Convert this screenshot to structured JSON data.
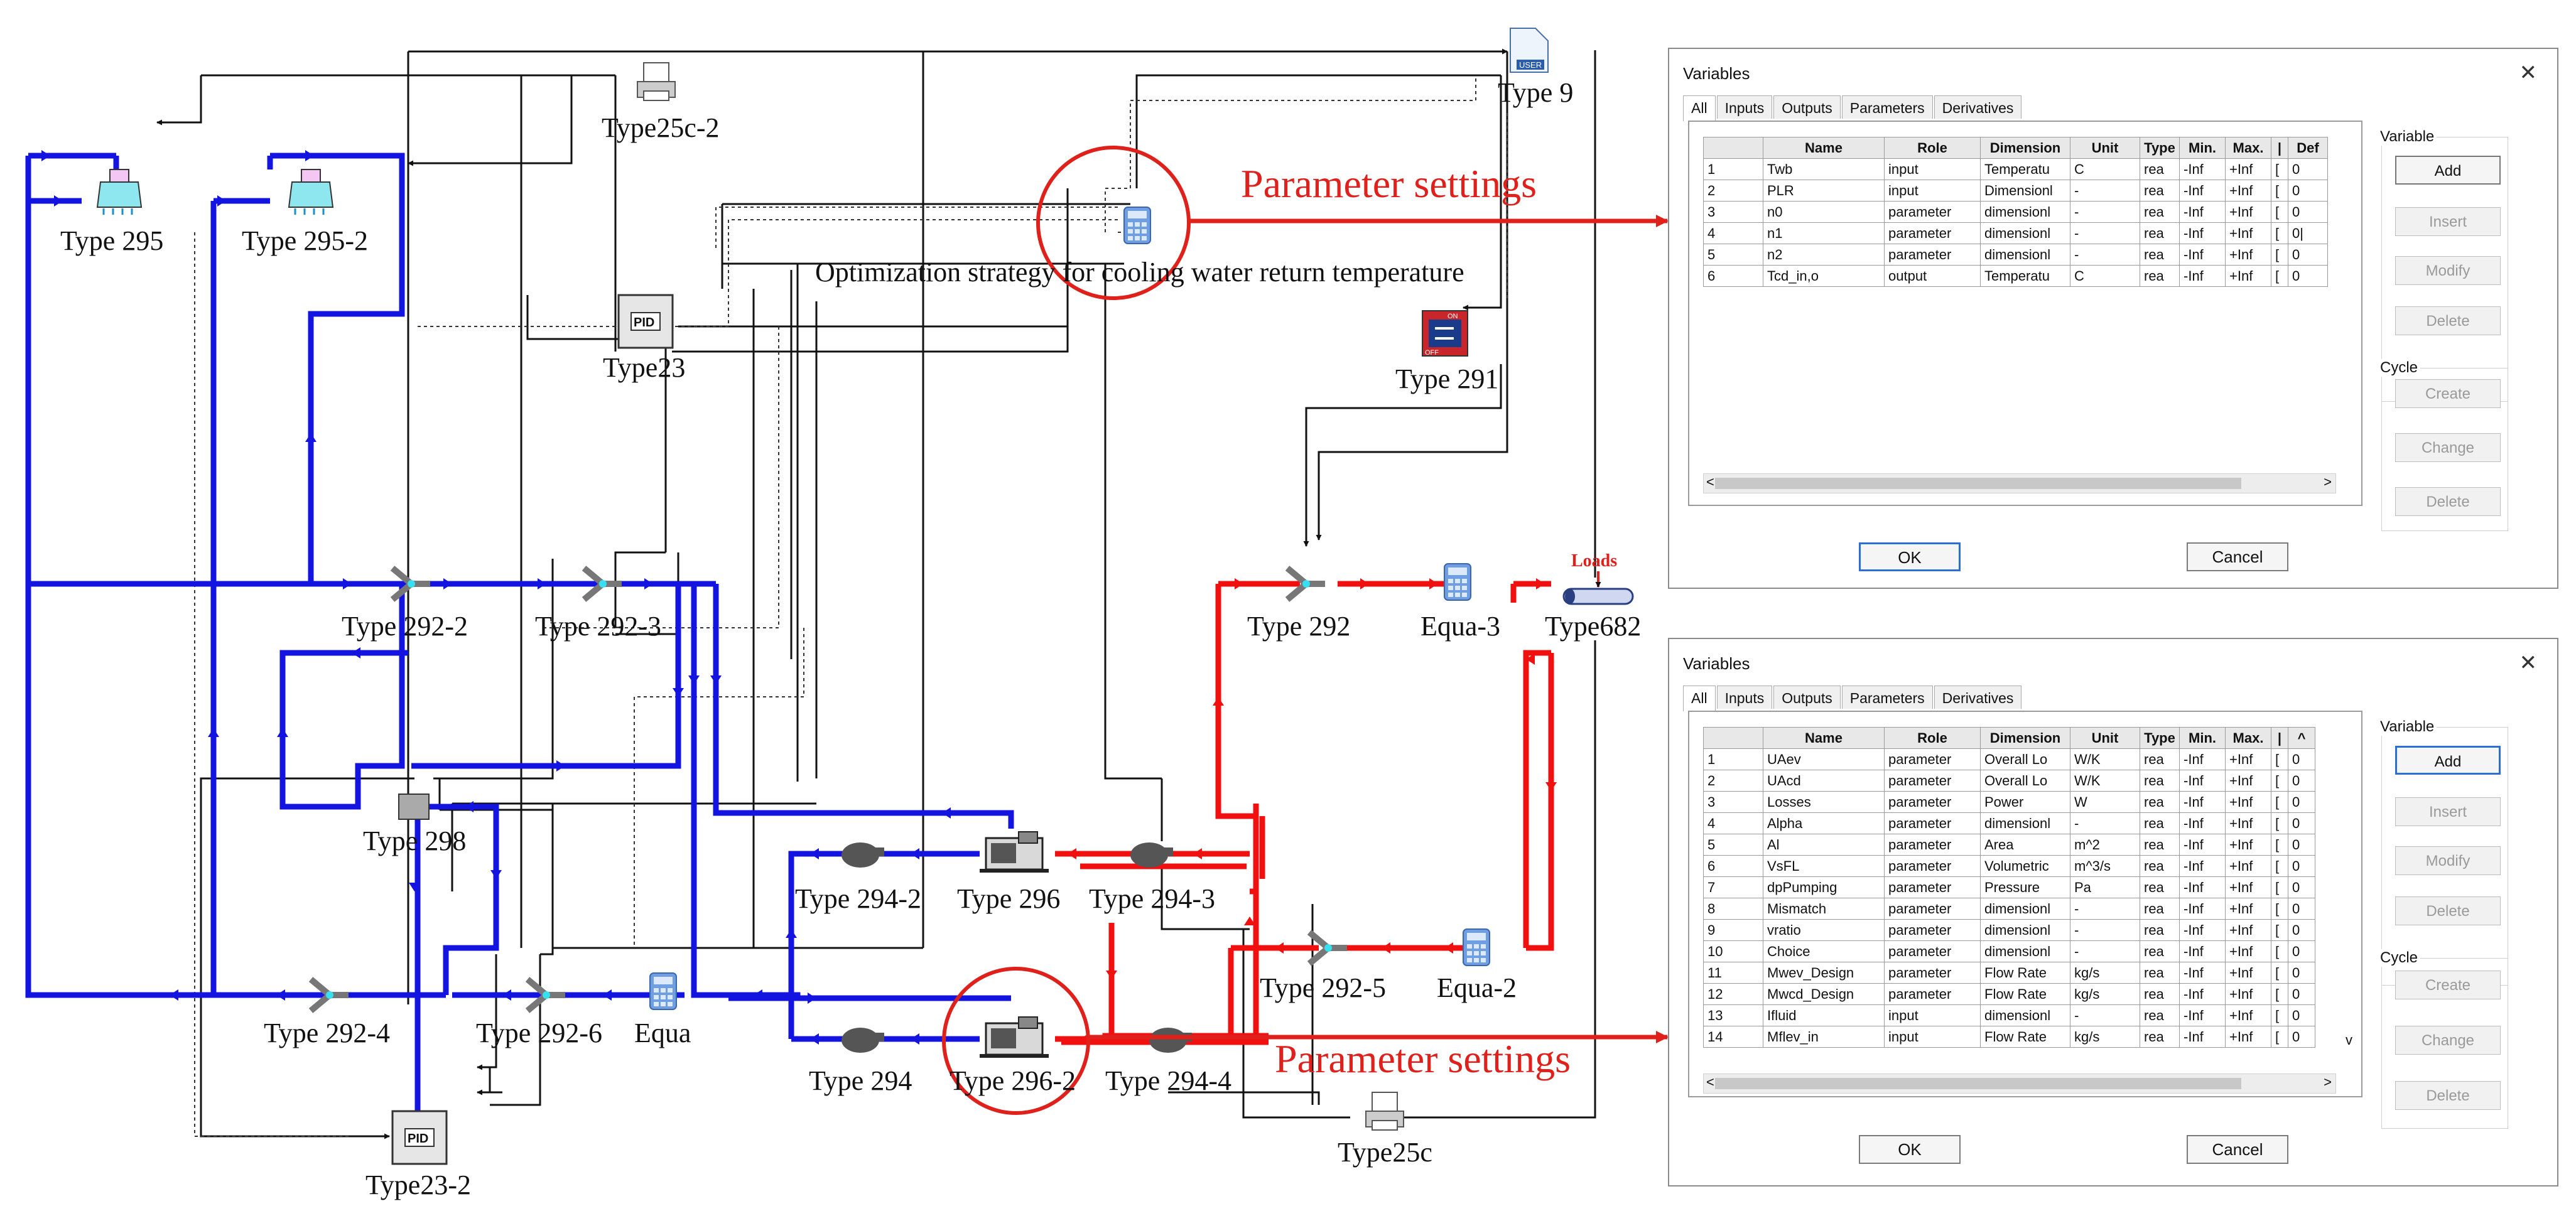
{
  "diagram": {
    "labels": {
      "type295": "Type 295",
      "type295_2": "Type 295-2",
      "type25c_2": "Type25c-2",
      "type9": "Type 9",
      "type23": "Type23",
      "type291": "Type 291",
      "optimization": "Optimization strategy for cooling water return temperature",
      "type292_2": "Type 292-2",
      "type292_3": "Type 292-3",
      "type292": "Type 292",
      "equa3": "Equa-3",
      "type682": "Type682",
      "loads": "Loads",
      "type298": "Type 298",
      "type294_2": "Type 294-2",
      "type296": "Type 296",
      "type294_3": "Type 294-3",
      "type292_4": "Type 292-4",
      "type292_6": "Type 292-6",
      "equa": "Equa",
      "type292_5": "Type 292-5",
      "equa2": "Equa-2",
      "type294": "Type 294",
      "type296_2": "Type 296-2",
      "type294_4": "Type 294-4",
      "type25c": "Type25c",
      "type23_2": "Type23-2",
      "param_top": "Parameter settings",
      "param_bottom": "Parameter settings",
      "pid": "PID",
      "icon_user": "USER",
      "icon_on": "ON",
      "icon_off": "OFF"
    },
    "colors": {
      "cold": "#1414e0",
      "hot": "#f01010",
      "signal": "#111111",
      "annotation": "#e0201b"
    }
  },
  "window_top": {
    "title": "Variables",
    "close": "✕",
    "tabs": [
      "All",
      "Inputs",
      "Outputs",
      "Parameters",
      "Derivatives"
    ],
    "columns": [
      "",
      "Name",
      "Role",
      "Dimension",
      "Unit",
      "Type",
      "Min.",
      "Max.",
      "|",
      "Def"
    ],
    "rows": [
      [
        "1",
        "Twb",
        "input",
        "Temperatu",
        "C",
        "rea",
        "-Inf",
        "+Inf",
        "[",
        "0"
      ],
      [
        "2",
        "PLR",
        "input",
        "Dimensionl",
        "-",
        "rea",
        "-Inf",
        "+Inf",
        "[",
        "0"
      ],
      [
        "3",
        "n0",
        "parameter",
        "dimensionl",
        "-",
        "rea",
        "-Inf",
        "+Inf",
        "[",
        "0"
      ],
      [
        "4",
        "n1",
        "parameter",
        "dimensionl",
        "-",
        "rea",
        "-Inf",
        "+Inf",
        "[",
        "0|"
      ],
      [
        "5",
        "n2",
        "parameter",
        "dimensionl",
        "-",
        "rea",
        "-Inf",
        "+Inf",
        "[",
        "0"
      ],
      [
        "6",
        "Tcd_in,o",
        "output",
        "Temperatu",
        "C",
        "rea",
        "-Inf",
        "+Inf",
        "[",
        "0"
      ]
    ],
    "scroll_left": "<",
    "scroll_right": ">",
    "variable_group": "Variable",
    "cycle_group": "Cycle",
    "buttons": {
      "add": "Add",
      "insert": "Insert",
      "modify": "Modify",
      "delete": "Delete",
      "create": "Create",
      "change": "Change",
      "cycle_delete": "Delete"
    },
    "ok": "OK",
    "cancel": "Cancel"
  },
  "window_bottom": {
    "title": "Variables",
    "close": "✕",
    "tabs": [
      "All",
      "Inputs",
      "Outputs",
      "Parameters",
      "Derivatives"
    ],
    "columns": [
      "",
      "Name",
      "Role",
      "Dimension",
      "Unit",
      "Type",
      "Min.",
      "Max.",
      "|",
      "^"
    ],
    "rows": [
      [
        "1",
        "UAev",
        "parameter",
        "Overall Lo",
        "W/K",
        "rea",
        "-Inf",
        "+Inf",
        "[",
        "0"
      ],
      [
        "2",
        "UAcd",
        "parameter",
        "Overall Lo",
        "W/K",
        "rea",
        "-Inf",
        "+Inf",
        "[",
        "0"
      ],
      [
        "3",
        "Losses",
        "parameter",
        "Power",
        "W",
        "rea",
        "-Inf",
        "+Inf",
        "[",
        "0"
      ],
      [
        "4",
        "Alpha",
        "parameter",
        "dimensionl",
        "-",
        "rea",
        "-Inf",
        "+Inf",
        "[",
        "0"
      ],
      [
        "5",
        "Al",
        "parameter",
        "Area",
        "m^2",
        "rea",
        "-Inf",
        "+Inf",
        "[",
        "0"
      ],
      [
        "6",
        "VsFL",
        "parameter",
        "Volumetric",
        "m^3/s",
        "rea",
        "-Inf",
        "+Inf",
        "[",
        "0"
      ],
      [
        "7",
        "dpPumping",
        "parameter",
        "Pressure",
        "Pa",
        "rea",
        "-Inf",
        "+Inf",
        "[",
        "0"
      ],
      [
        "8",
        "Mismatch",
        "parameter",
        "dimensionl",
        "-",
        "rea",
        "-Inf",
        "+Inf",
        "[",
        "0"
      ],
      [
        "9",
        "vratio",
        "parameter",
        "dimensionl",
        "-",
        "rea",
        "-Inf",
        "+Inf",
        "[",
        "0"
      ],
      [
        "10",
        "Choice",
        "parameter",
        "dimensionl",
        "-",
        "rea",
        "-Inf",
        "+Inf",
        "[",
        "0"
      ],
      [
        "11",
        "Mwev_Design",
        "parameter",
        "Flow Rate",
        "kg/s",
        "rea",
        "-Inf",
        "+Inf",
        "[",
        "0"
      ],
      [
        "12",
        "Mwcd_Design",
        "parameter",
        "Flow Rate",
        "kg/s",
        "rea",
        "-Inf",
        "+Inf",
        "[",
        "0"
      ],
      [
        "13",
        "Ifluid",
        "input",
        "dimensionl",
        "-",
        "rea",
        "-Inf",
        "+Inf",
        "[",
        "0"
      ],
      [
        "14",
        "Mflev_in",
        "input",
        "Flow Rate",
        "kg/s",
        "rea",
        "-Inf",
        "+Inf",
        "[",
        "0"
      ]
    ],
    "scroll_left": "<",
    "scroll_right": ">",
    "scroll_down": "v",
    "variable_group": "Variable",
    "cycle_group": "Cycle",
    "buttons": {
      "add": "Add",
      "insert": "Insert",
      "modify": "Modify",
      "delete": "Delete",
      "create": "Create",
      "change": "Change",
      "cycle_delete": "Delete"
    },
    "ok": "OK",
    "cancel": "Cancel"
  }
}
